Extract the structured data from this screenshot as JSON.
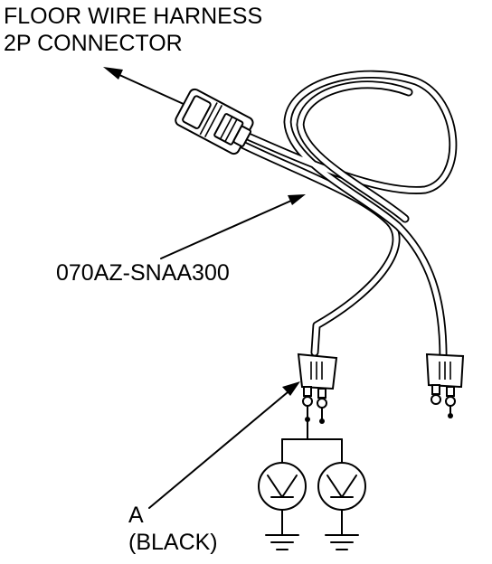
{
  "labels": {
    "connector_line1": "FLOOR WIRE HARNESS",
    "connector_line2": "2P CONNECTOR",
    "part_number": "070AZ-SNAA300",
    "callout_a": "A",
    "callout_a_color": "(BLACK)"
  },
  "colors": {
    "ink": "#000000",
    "background": "#ffffff"
  },
  "icons": [
    "connector-plug-icon",
    "test-lamp-icon",
    "ground-symbol-icon"
  ]
}
